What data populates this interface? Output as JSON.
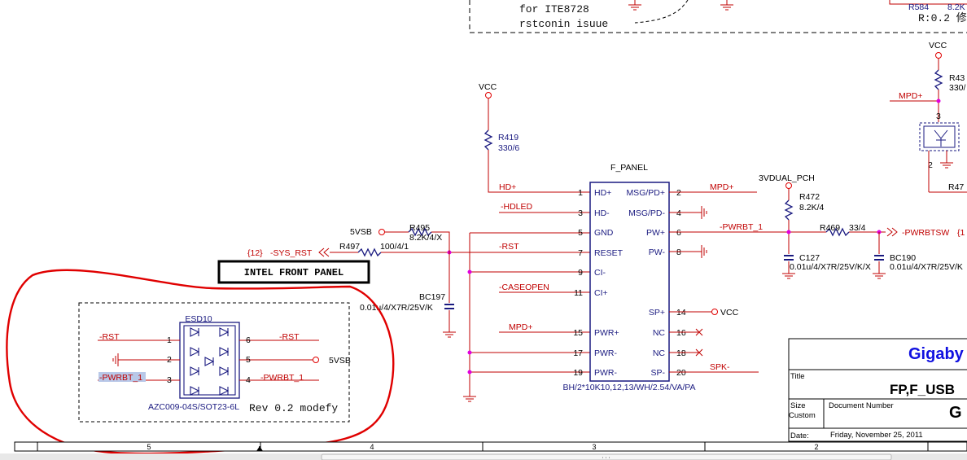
{
  "top_note": {
    "line1": "for ITE8728",
    "line2": "rstconin isuue",
    "r584": "R584",
    "r584_val": "8.2K",
    "r_note": "R:0.2 修"
  },
  "power": {
    "vcc": "VCC",
    "v5vsb": "5VSB",
    "v3vdual": "3VDUAL_PCH"
  },
  "resistors": {
    "r419": "R419",
    "r419_val": "330/6",
    "r495": "R495",
    "r495_val": "8.2K/4/X",
    "r497": "R497",
    "r497_val": "100/4/1",
    "r472": "R472",
    "r472_val": "8.2K/4",
    "r469": "R469",
    "r469_val": "33/4",
    "r43x": "R43",
    "r43x_val": "330/",
    "r47x": "R47"
  },
  "caps": {
    "bc197": "BC197",
    "bc197_val": "0.01u/4/X7R/25V/K",
    "c127": "C127",
    "c127_val": "0.01u/4/X7R/25V/K/X",
    "bc190": "BC190",
    "bc190_val": "0.01u/4/X7R/25V/K"
  },
  "nets": {
    "hd_plus": "HD+",
    "hdled": "-HDLED",
    "rst": "-RST",
    "caseopen": "-CASEOPEN",
    "mpd_plus": "MPD+",
    "pwrbt1": "-PWRBT_1",
    "pwrbtsw": "-PWRBTSW",
    "pwrbtsw_ref": "{1",
    "sys_rst": "-SYS_RST",
    "sys_rst_ref": "{12}",
    "spk": "SPK-"
  },
  "connector": {
    "name": "F_PANEL",
    "footprint": "BH/2*10K10,12,13/WH/2.54/VA/PA",
    "left_pins": [
      {
        "num": "1",
        "label": "HD+"
      },
      {
        "num": "3",
        "label": "HD-"
      },
      {
        "num": "5",
        "label": "GND"
      },
      {
        "num": "7",
        "label": "RESET"
      },
      {
        "num": "9",
        "label": "CI-"
      },
      {
        "num": "11",
        "label": "CI+"
      },
      {
        "num": "15",
        "label": "PWR+"
      },
      {
        "num": "17",
        "label": "PWR-"
      },
      {
        "num": "19",
        "label": "PWR-"
      }
    ],
    "right_pins": [
      {
        "num": "2",
        "label": "MSG/PD+"
      },
      {
        "num": "4",
        "label": "MSG/PD-"
      },
      {
        "num": "6",
        "label": "PW+"
      },
      {
        "num": "8",
        "label": "PW-"
      },
      {
        "num": "14",
        "label": "SP+"
      },
      {
        "num": "16",
        "label": "NC"
      },
      {
        "num": "18",
        "label": "NC"
      },
      {
        "num": "20",
        "label": "SP-"
      }
    ]
  },
  "intel_label": "INTEL FRONT PANEL",
  "esd": {
    "name": "ESD10",
    "part": "AZC009-04S/SOT23-6L",
    "rev": "Rev 0.2 modefy",
    "pins": [
      "1",
      "2",
      "3",
      "6",
      "5",
      "4"
    ],
    "net_rst_l": "-RST",
    "net_rst_r": "-RST",
    "net_pwrbt_l": "-PWRBT_1",
    "net_pwrbt_r": "-PWRBT_1",
    "net_5vsb": "5VSB"
  },
  "title_block": {
    "company": "Gigaby",
    "title_label": "Title",
    "title": "FP,F_USB",
    "size_label": "Size",
    "size_value": "Custom",
    "docnum_label": "Document Number",
    "docnum": "G",
    "date_label": "Date:",
    "date": "Friday, November 25, 2011"
  },
  "zones": [
    "5",
    "4",
    "3",
    "2"
  ],
  "colors": {
    "wire": "#c00000",
    "junction": "#e000e0",
    "ink": "#000000",
    "blue": "#1a1a80",
    "circle": "#e00000"
  }
}
